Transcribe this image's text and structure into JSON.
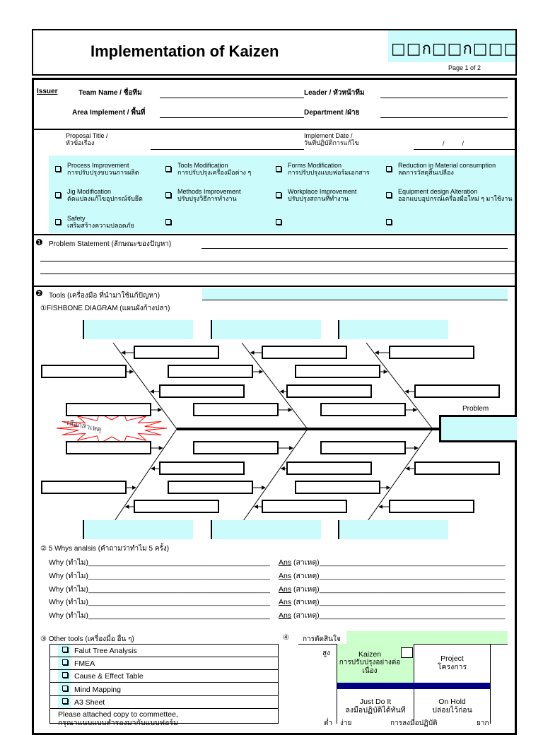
{
  "header": {
    "title": "Implementation of Kaizen",
    "code": "□□ก□□ก□□□",
    "page": "Page 1 of 2"
  },
  "issuer": {
    "label": "Issuer",
    "team_name": "Team Name / ชื่อทีม",
    "leader": "Leader / หัวหน้าทีม",
    "area": "Area Implement / พื้นที่",
    "department": "Department /ฝ่าย"
  },
  "proposal": {
    "title_en": "Proposal Title /",
    "title_th": "หัวข้อเรื่อง",
    "date_en": "Implement Date /",
    "date_th": "วันที่ปฏิบัติการแก้ไข",
    "date_sep": "/          /"
  },
  "categories": [
    {
      "en": "Process Improvement",
      "th": "การปรับปรุงขบวนการผลิต"
    },
    {
      "en": "Tools Modification",
      "th": "การปรับปรุงเครื่องมือต่าง ๆ"
    },
    {
      "en": "Forms Modification",
      "th": "การปรับปรุงแบบฟอร์มเอกสาร"
    },
    {
      "en": "Reduction in Material consumption",
      "th": "ลดการวัสดุสิ้นเปลือง"
    },
    {
      "en": "Jig Modification",
      "th": "ดัดแปลงแก้ไขอุปกรณ์จับยึด"
    },
    {
      "en": "Methods Improvement",
      "th": "ปรับปรุงวิธีการทำงาน"
    },
    {
      "en": "Workplace Improvement",
      "th": "ปรับปรุงสถานที่ทำงาน"
    },
    {
      "en": "Equipment design Alteration",
      "th": "ออกแบบอุปกรณ์เครื่องมือใหม่ ๆ มาใช้งาน"
    },
    {
      "en": "Safety",
      "th": "เสริมสร้างความปลอดภัย"
    },
    {
      "en": "",
      "th": ""
    },
    {
      "en": "",
      "th": ""
    },
    {
      "en": "",
      "th": ""
    }
  ],
  "problem": {
    "num": "❶",
    "label": "Problem Statement (ลักษณะของปัญหา)"
  },
  "tools": {
    "num": "❷",
    "label": "Tools (เครื่องมือ ที่นำมาใช้แก้ปัญหา)",
    "fishbone": "①FISHBONE DIAGRAM (แผนผังก้างปลา)",
    "burst": "เลือกสาเหตุ",
    "problem_label": "Problem"
  },
  "whys": {
    "title": "② 5 Whys analsis (คำถามว่าทำไม 5 ครั้ง)",
    "why": "Why (ทำไม)____________________________________________",
    "ans_u": "Ans",
    "ans": " (สาเหตุ)_____________________________________________"
  },
  "other": {
    "title": "③ Other tools (เครื่องมื่อ อื่น ๆ)",
    "items": [
      "Falut Tree Analysis",
      "FMEA",
      "Cause & Effect Table",
      "Mind Mapping",
      "A3 Sheet"
    ],
    "note1": "Please attached copy to commettee,",
    "note2": "กรุณาแนบแบบสำรองมากับแบบฟอร์ม"
  },
  "decision": {
    "num": "④",
    "label": "การตัดสินใจ",
    "high": "สูง",
    "low": "ต่ำ",
    "easy": "ง่าย",
    "action": "การลงมือปฏิบัติ",
    "hard": "ยาก",
    "kaizen_en": "Kaizen",
    "kaizen_th": "การปรับปรุงอย่างต่อเนื่อง",
    "project_en": "Project",
    "project_th": "โครงการ",
    "jdi_en": "Just Do It",
    "jdi_th": "ลงมือปฏิบัติได้ทันที",
    "hold_en": "On Hold",
    "hold_th": "ปล่อยไว้ก่อน"
  },
  "colors": {
    "cyan": "#ccfbfb",
    "green": "#ccffcc",
    "navy": "#000080",
    "burst": "#ff0000"
  }
}
